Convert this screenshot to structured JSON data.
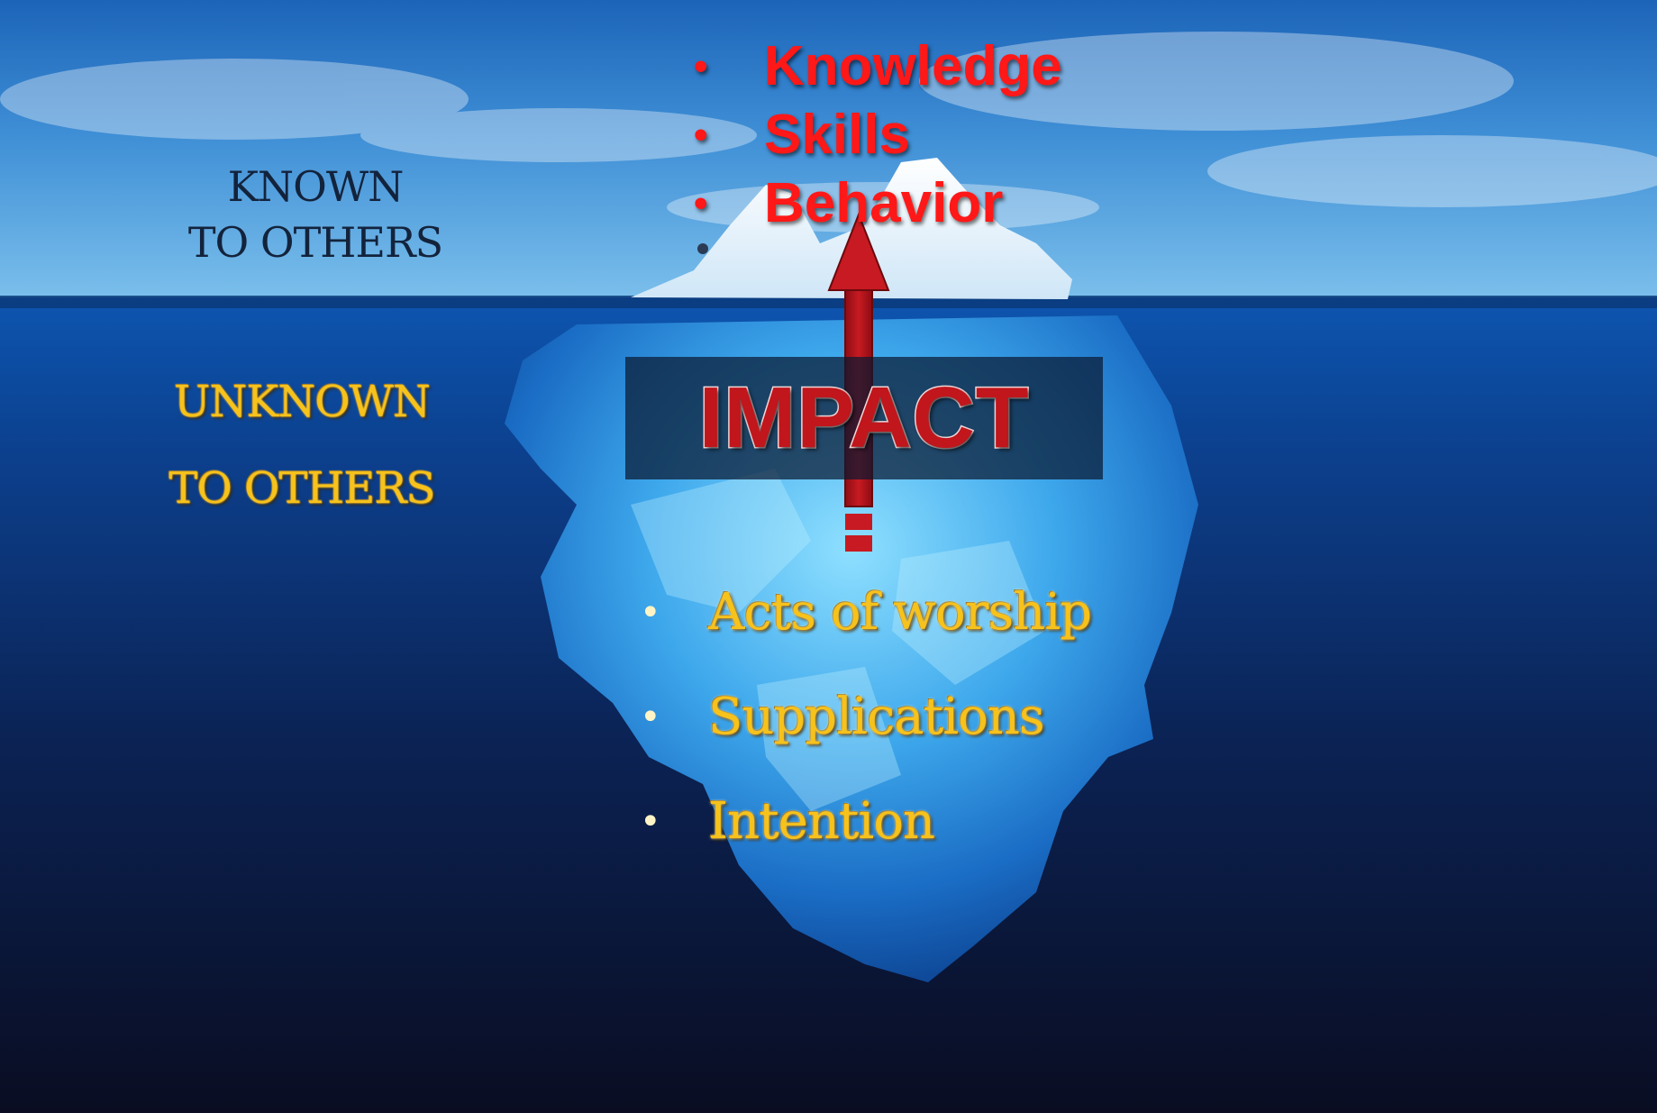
{
  "slide": {
    "known_label": [
      "KNOWN",
      "TO OTHERS"
    ],
    "unknown_label": [
      "UNKNOWN",
      "TO OTHERS"
    ],
    "visible_traits": [
      "Knowledge",
      "Skills",
      "Behavior"
    ],
    "hidden_traits": [
      "Acts of worship",
      "Supplications",
      "Intention"
    ],
    "impact_label": "IMPACT",
    "bullet_glyph": "•"
  },
  "colors": {
    "sky_top": "#1f6fc4",
    "sea_deep": "#0b1127",
    "visible_text": "#ff1818",
    "hidden_text": "#f7c21a",
    "known_text": "#13233c",
    "impact_text": "#c0161c",
    "arrow": "#b5121b"
  },
  "icons": {
    "iceberg": "iceberg-illustration",
    "arrow": "up-arrow-icon"
  }
}
